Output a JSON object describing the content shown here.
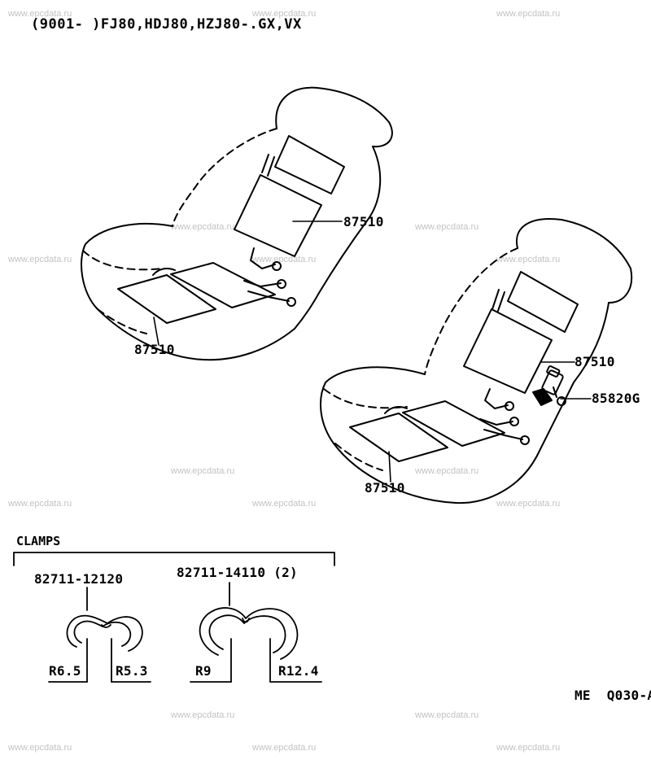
{
  "header": {
    "title": "(9001-     )FJ80,HDJ80,HZJ80-.GX,VX"
  },
  "watermark": "www.epcdata.ru",
  "callouts": {
    "seat1_back": "87510",
    "seat1_cushion": "87510",
    "seat2_back": "87510",
    "seat2_cushion": "87510",
    "seat2_switch": "85820G"
  },
  "clamps": {
    "title": "CLAMPS",
    "small": {
      "part_no": "82711-12120",
      "inner": "R6.5",
      "outer": "R5.3"
    },
    "large": {
      "part_no": "82711-14110 (2)",
      "inner": "R9",
      "outer": "R12.4"
    }
  },
  "footer": {
    "code": "ME  Q030-A"
  }
}
